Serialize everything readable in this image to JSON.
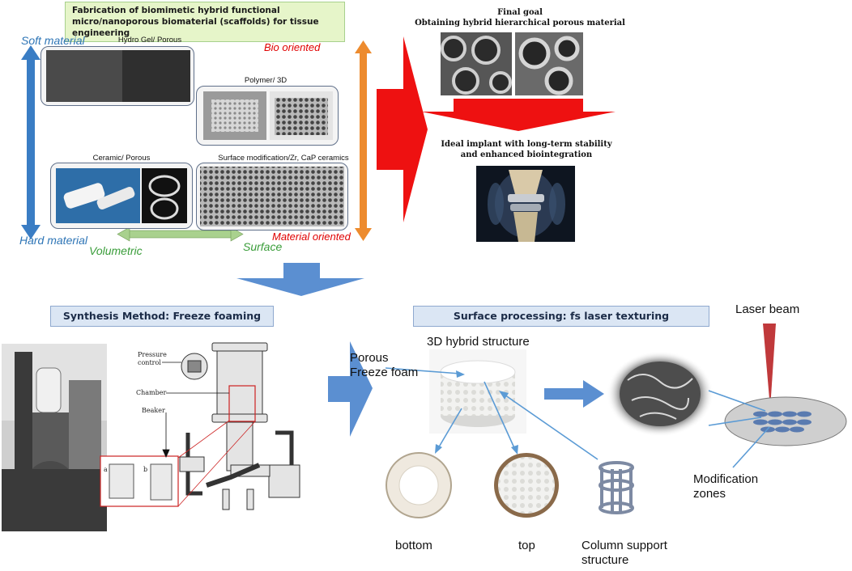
{
  "fabrication_title": "Fabrication of biomimetic hybrid functional micro/nanoporous biomaterial (scaffolds) for tissue engineering",
  "axis": {
    "soft": "Soft material",
    "hard": "Hard material",
    "bio": "Bio oriented",
    "material": "Material oriented",
    "volumetric": "Volumetric",
    "surface": "Surface"
  },
  "panels": {
    "hydrogel": "Hydro Gel/ Porous",
    "polymer": "Polymer/ 3D",
    "ceramic": "Ceramic/ Porous",
    "surface_mod": "Surface modification/Zr, CaP ceramics"
  },
  "goal": {
    "title_line1": "Final goal",
    "title_line2": "Obtaining hybrid hierarchical porous material",
    "implant_line1": "Ideal implant with long-term stability",
    "implant_line2": "and enhanced biointegration"
  },
  "synthesis": {
    "title": "Synthesis Method: Freeze foaming",
    "pressure": "Pressure control",
    "chamber": "Chamber",
    "beaker": "Beaker",
    "a": "a",
    "b": "b"
  },
  "surface_processing": {
    "title": "Surface processing: fs laser texturing",
    "hybrid": "3D hybrid structure",
    "porous_line1": "Porous",
    "porous_line2": "Freeze foam",
    "laser": "Laser beam",
    "modification_line1": "Modification",
    "modification_line2": "zones",
    "bottom": "bottom",
    "top": "top",
    "column_line1": "Column support",
    "column_line2": "structure"
  },
  "colors": {
    "blue_arrow": "#5b8fd1",
    "red_arrow": "#ee1111",
    "orange_arrow": "#ed8b2e",
    "green_arrow": "#9ccc7a",
    "connector": "#5b9bd5"
  }
}
